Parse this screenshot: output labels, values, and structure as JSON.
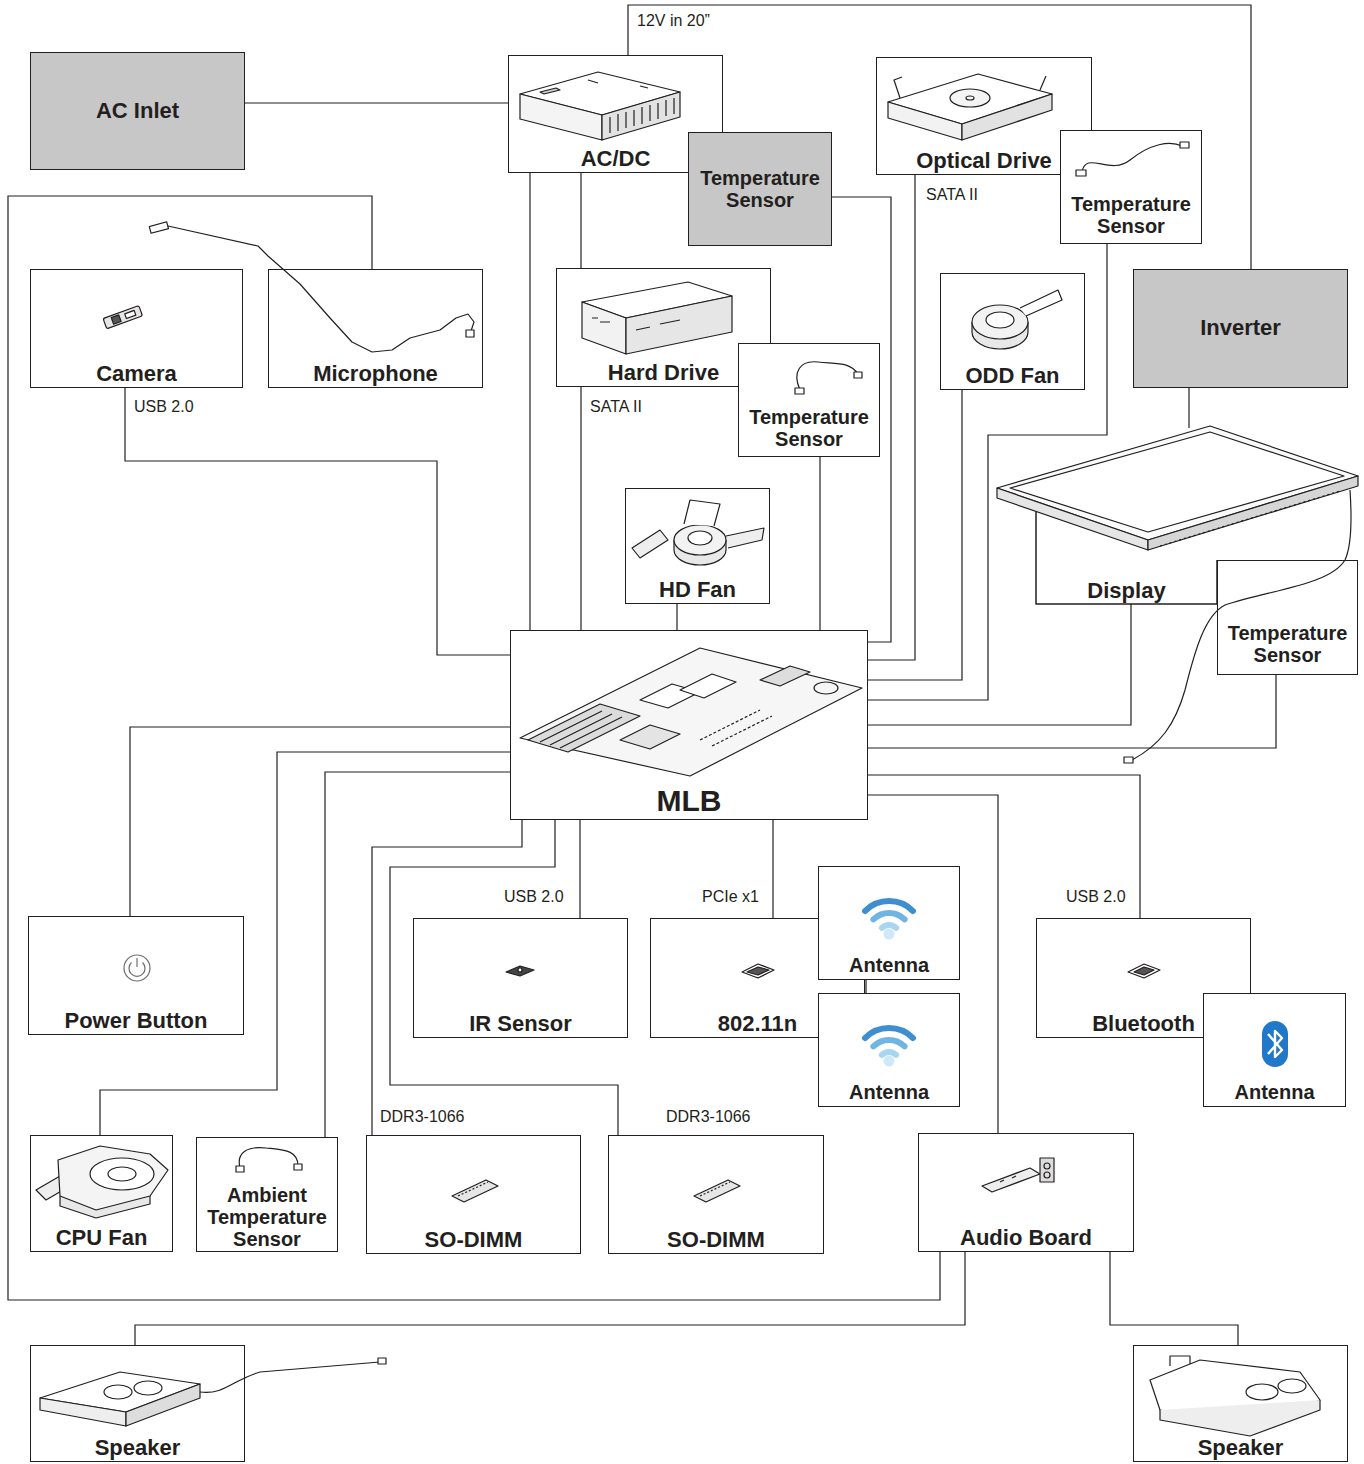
{
  "diagram": {
    "nodes": [
      {
        "text": [
          "AC Inlet"
        ]
      },
      {
        "text": [
          "AC/DC"
        ]
      },
      {
        "text": [
          "Temperature Sensor"
        ]
      },
      {
        "text": [
          "Optical Drive"
        ]
      },
      {
        "text": [
          "Temperature Sensor"
        ]
      },
      {
        "text": [
          "Camera"
        ]
      },
      {
        "text": [
          "Microphone"
        ]
      },
      {
        "text": [
          "Hard Drive"
        ]
      },
      {
        "text": [
          "Temperature Sensor"
        ]
      },
      {
        "text": [
          "ODD Fan"
        ]
      },
      {
        "text": [
          "Inverter"
        ]
      },
      {
        "text": [
          "HD Fan"
        ]
      },
      {
        "text": [
          "Display"
        ]
      },
      {
        "text": [
          "Temperature Sensor"
        ]
      },
      {
        "text": [
          "MLB"
        ]
      },
      {
        "text": [
          "Power Button"
        ]
      },
      {
        "text": [
          "IR Sensor"
        ]
      },
      {
        "text": [
          "802.11n"
        ]
      },
      {
        "text": [
          "Antenna"
        ]
      },
      {
        "text": [
          "Antenna"
        ]
      },
      {
        "text": [
          "Bluetooth"
        ]
      },
      {
        "text": [
          "Antenna"
        ]
      },
      {
        "text": [
          "CPU Fan"
        ]
      },
      {
        "text": [
          "Ambient Temperature Sensor"
        ]
      },
      {
        "text": [
          "SO-DIMM"
        ]
      },
      {
        "text": [
          "SO-DIMM"
        ]
      },
      {
        "text": [
          "Audio Board"
        ]
      },
      {
        "text": [
          "Speaker"
        ]
      },
      {
        "text": [
          "Speaker"
        ]
      }
    ],
    "edges": [
      {
        "from": 0,
        "to": 1,
        "arrow": "none"
      },
      {
        "from": 1,
        "to": 10,
        "label": "12V in 20”",
        "arrow": "none"
      },
      {
        "from": 1,
        "to": 14,
        "arrow": "none"
      },
      {
        "from": 1,
        "to": 7,
        "arrow": "none"
      },
      {
        "from": 2,
        "to": 14,
        "arrow": "none"
      },
      {
        "from": 3,
        "to": 14,
        "label": "SATA II",
        "arrow": "none"
      },
      {
        "from": 4,
        "to": 14,
        "arrow": "none"
      },
      {
        "from": 5,
        "to": 14,
        "label": "USB 2.0",
        "arrow": "none"
      },
      {
        "from": 6,
        "to": 26,
        "arrow": "none"
      },
      {
        "from": 7,
        "to": 14,
        "label": "SATA II",
        "arrow": "none"
      },
      {
        "from": 8,
        "to": 14,
        "arrow": "none"
      },
      {
        "from": 9,
        "to": 14,
        "arrow": "none"
      },
      {
        "from": 10,
        "to": 12,
        "arrow": "none"
      },
      {
        "from": 11,
        "to": 14,
        "arrow": "none"
      },
      {
        "from": 12,
        "to": 14,
        "arrow": "none"
      },
      {
        "from": 13,
        "to": 14,
        "arrow": "none"
      },
      {
        "from": 14,
        "to": 15,
        "arrow": "none"
      },
      {
        "from": 14,
        "to": 16,
        "label": "USB 2.0",
        "arrow": "none"
      },
      {
        "from": 14,
        "to": 17,
        "label": "PCIe x1",
        "arrow": "none"
      },
      {
        "from": 18,
        "to": 19,
        "arrow": "none"
      },
      {
        "from": 14,
        "to": 20,
        "label": "USB 2.0",
        "arrow": "none"
      },
      {
        "from": 14,
        "to": 22,
        "arrow": "none"
      },
      {
        "from": 14,
        "to": 23,
        "arrow": "none"
      },
      {
        "from": 14,
        "to": 24,
        "label": "DDR3-1066",
        "arrow": "none"
      },
      {
        "from": 14,
        "to": 25,
        "label": "DDR3-1066",
        "arrow": "none"
      },
      {
        "from": 14,
        "to": 26,
        "arrow": "none"
      },
      {
        "from": 26,
        "to": 27,
        "arrow": "none"
      },
      {
        "from": 26,
        "to": 28,
        "arrow": "none"
      }
    ]
  }
}
